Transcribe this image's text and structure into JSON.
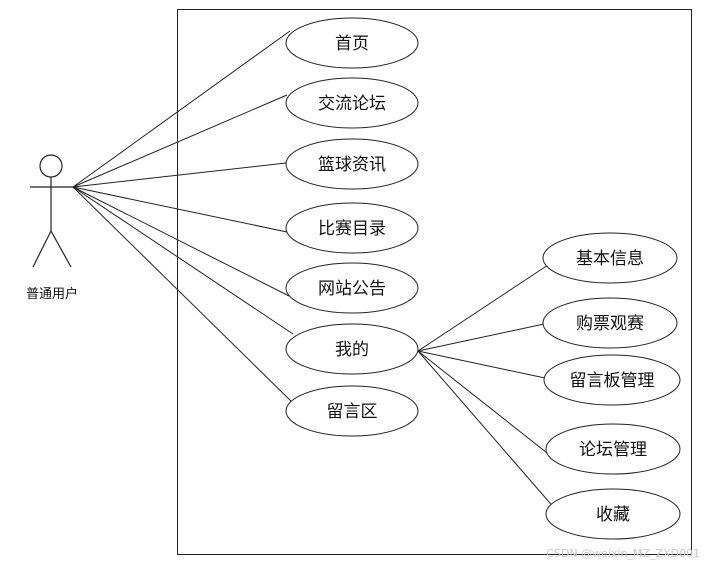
{
  "actor": {
    "label": "普通用户"
  },
  "main_cases": [
    {
      "id": "home",
      "label": "首页"
    },
    {
      "id": "forum",
      "label": "交流论坛"
    },
    {
      "id": "news",
      "label": "篮球资讯"
    },
    {
      "id": "schedule",
      "label": "比赛目录"
    },
    {
      "id": "notice",
      "label": "网站公告"
    },
    {
      "id": "mine",
      "label": "我的"
    },
    {
      "id": "message",
      "label": "留言区"
    }
  ],
  "sub_cases": [
    {
      "id": "basic-info",
      "label": "基本信息"
    },
    {
      "id": "buy-ticket",
      "label": "购票观赛"
    },
    {
      "id": "message-manage",
      "label": "留言板管理"
    },
    {
      "id": "forum-manage",
      "label": "论坛管理"
    },
    {
      "id": "favorites",
      "label": "收藏"
    }
  ],
  "watermark": "CSDN @weixin_MZ_ZXD001"
}
